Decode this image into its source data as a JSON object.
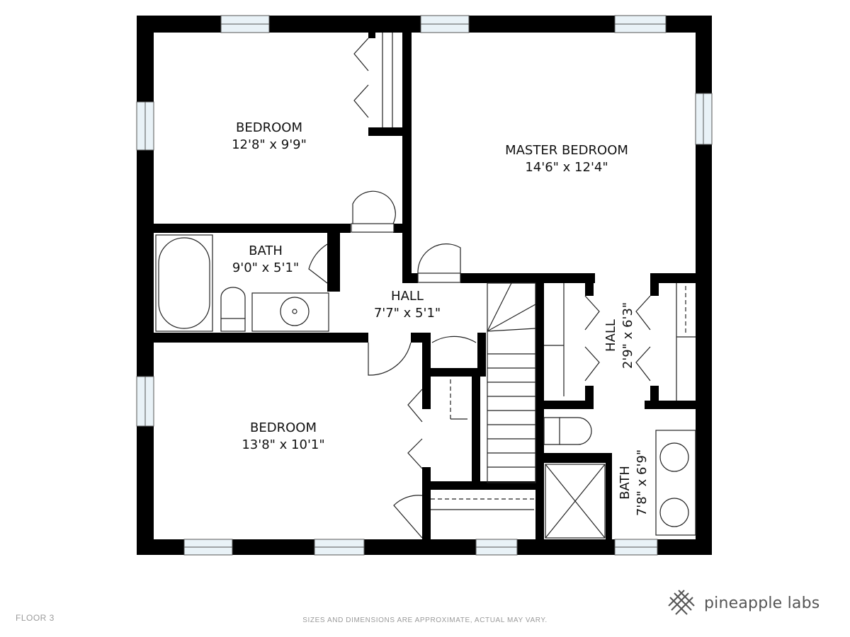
{
  "rooms": {
    "bedroom_top": {
      "name": "BEDROOM",
      "dimensions": "12'8\" x 9'9\""
    },
    "master_bedroom": {
      "name": "MASTER BEDROOM",
      "dimensions": "14'6\" x 12'4\""
    },
    "bath_left": {
      "name": "BATH",
      "dimensions": "9'0\" x 5'1\""
    },
    "hall_center": {
      "name": "HALL",
      "dimensions": "7'7\" x 5'1\""
    },
    "hall_vertical": {
      "name": "HALL",
      "dimensions": "2'9\" x 6'3\""
    },
    "bedroom_bottom": {
      "name": "BEDROOM",
      "dimensions": "13'8\" x 10'1\""
    },
    "bath_right": {
      "name": "BATH",
      "dimensions": "7'8\" x 6'9\""
    }
  },
  "footer": {
    "floor": "FLOOR 3",
    "disclaimer": "SIZES AND DIMENSIONS ARE APPROXIMATE, ACTUAL MAY VARY."
  },
  "brand": {
    "name": "pineapple labs",
    "icon": "pineapple-labs-logo-icon"
  },
  "colors": {
    "wall": "#000000",
    "window": "#e9f2f7",
    "text": "#111111",
    "footer": "#9a9a9a"
  }
}
